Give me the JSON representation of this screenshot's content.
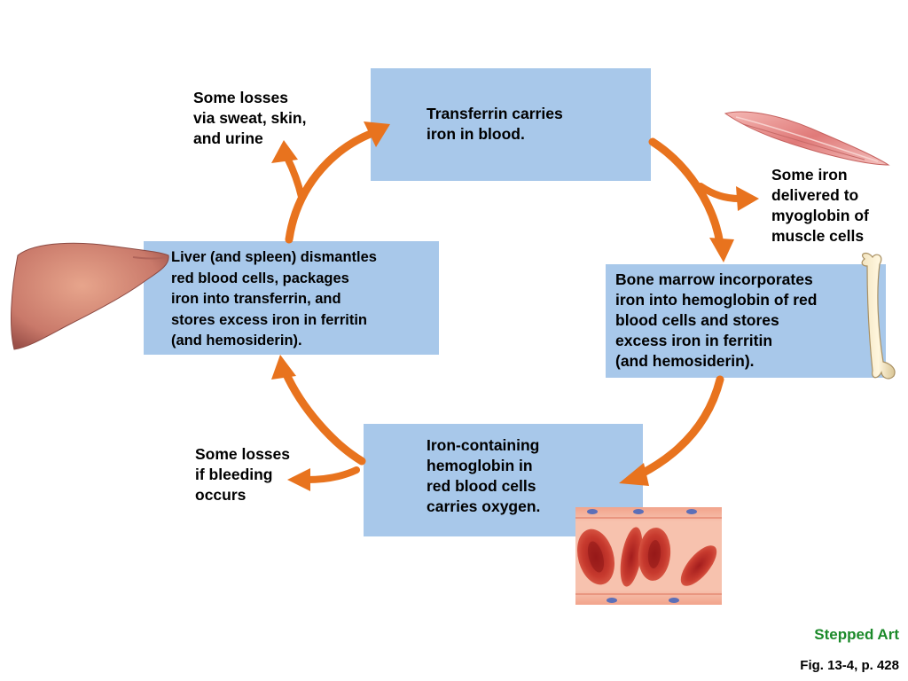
{
  "boxes": {
    "transferrin": "Transferrin carries\niron in blood.",
    "bone_marrow": "Bone marrow incorporates\niron into hemoglobin of red\nblood cells and stores\nexcess iron in ferritin\n(and hemosiderin).",
    "hemoglobin": "Iron-containing\nhemoglobin in\nred blood cells\ncarries oxygen.",
    "liver": "Liver (and spleen) dismantles\nred blood cells, packages\niron into transferrin, and\nstores excess iron in ferritin\n(and hemosiderin)."
  },
  "notes": {
    "losses_sweat": "Some losses\nvia sweat, skin,\nand urine",
    "myoglobin": "Some iron\ndelivered to\nmyoglobin of\nmuscle cells",
    "losses_bleeding": "Some losses\nif bleeding\noccurs"
  },
  "footer": {
    "stepped_art": "Stepped Art",
    "figure_ref": "Fig. 13-4, p. 428"
  },
  "colors": {
    "box_fill": "#a8c8ea",
    "arrow": "#e8731e",
    "stepped_art": "#1c8a2a"
  },
  "icons": [
    "liver-illustration",
    "muscle-illustration",
    "bone-illustration",
    "blood-vessel-illustration"
  ]
}
